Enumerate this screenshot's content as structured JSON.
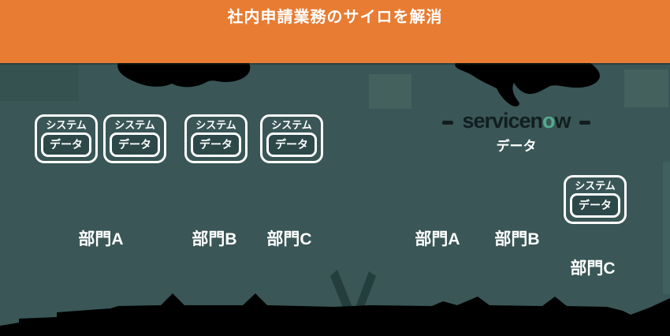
{
  "banner": {
    "title": "社内申請業務のサイロを解消"
  },
  "colors": {
    "banner_orange": "#e87c33",
    "background_teal": "#3a5656",
    "box_border_white": "#ffffff",
    "data_box_fill": "#2d4848",
    "logo_green": "#53ac8e",
    "silhouette_black": "#000000"
  },
  "left_panel": {
    "system_boxes": [
      {
        "label": "システム",
        "data_label": "データ"
      },
      {
        "label": "システム",
        "data_label": "データ"
      },
      {
        "label": "システム",
        "data_label": "データ"
      },
      {
        "label": "システム",
        "data_label": "データ"
      }
    ],
    "departments": [
      {
        "label": "部門A"
      },
      {
        "label": "部門B"
      },
      {
        "label": "部門C"
      }
    ]
  },
  "right_panel": {
    "logo": {
      "pre": "servicen",
      "o": "o",
      "post": "w"
    },
    "data_label": "データ",
    "system_box": {
      "label": "システム",
      "data_label": "データ"
    },
    "departments": [
      {
        "label": "部門A"
      },
      {
        "label": "部門B"
      },
      {
        "label": "部門C"
      }
    ]
  }
}
